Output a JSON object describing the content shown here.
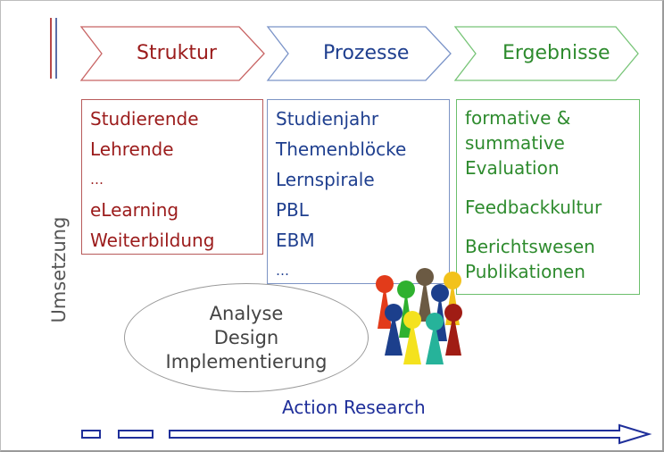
{
  "colors": {
    "struktur": "#9b1b1b",
    "prozesse": "#1f3f8f",
    "ergebnisse": "#2e8b2e",
    "action_research": "#1f2f9a"
  },
  "headers": {
    "struktur": "Struktur",
    "prozesse": "Prozesse",
    "ergebnisse": "Ergebnisse"
  },
  "boxes": {
    "struktur": [
      "Studierende",
      "Lehrende",
      "…",
      "eLearning",
      "Weiterbildung"
    ],
    "prozesse": [
      "Studienjahr",
      "Themenblöcke",
      "Lernspirale",
      "PBL",
      "EBM",
      "…"
    ],
    "ergebnisse": [
      "formative &",
      "summative",
      "Evaluation",
      "Feedbackkultur",
      "Berichtswesen",
      "Publikationen"
    ]
  },
  "side_label": "Umsetzung",
  "ellipse_lines": [
    "Analyse",
    "Design",
    "Implementierung"
  ],
  "bottom_label": "Action Research"
}
